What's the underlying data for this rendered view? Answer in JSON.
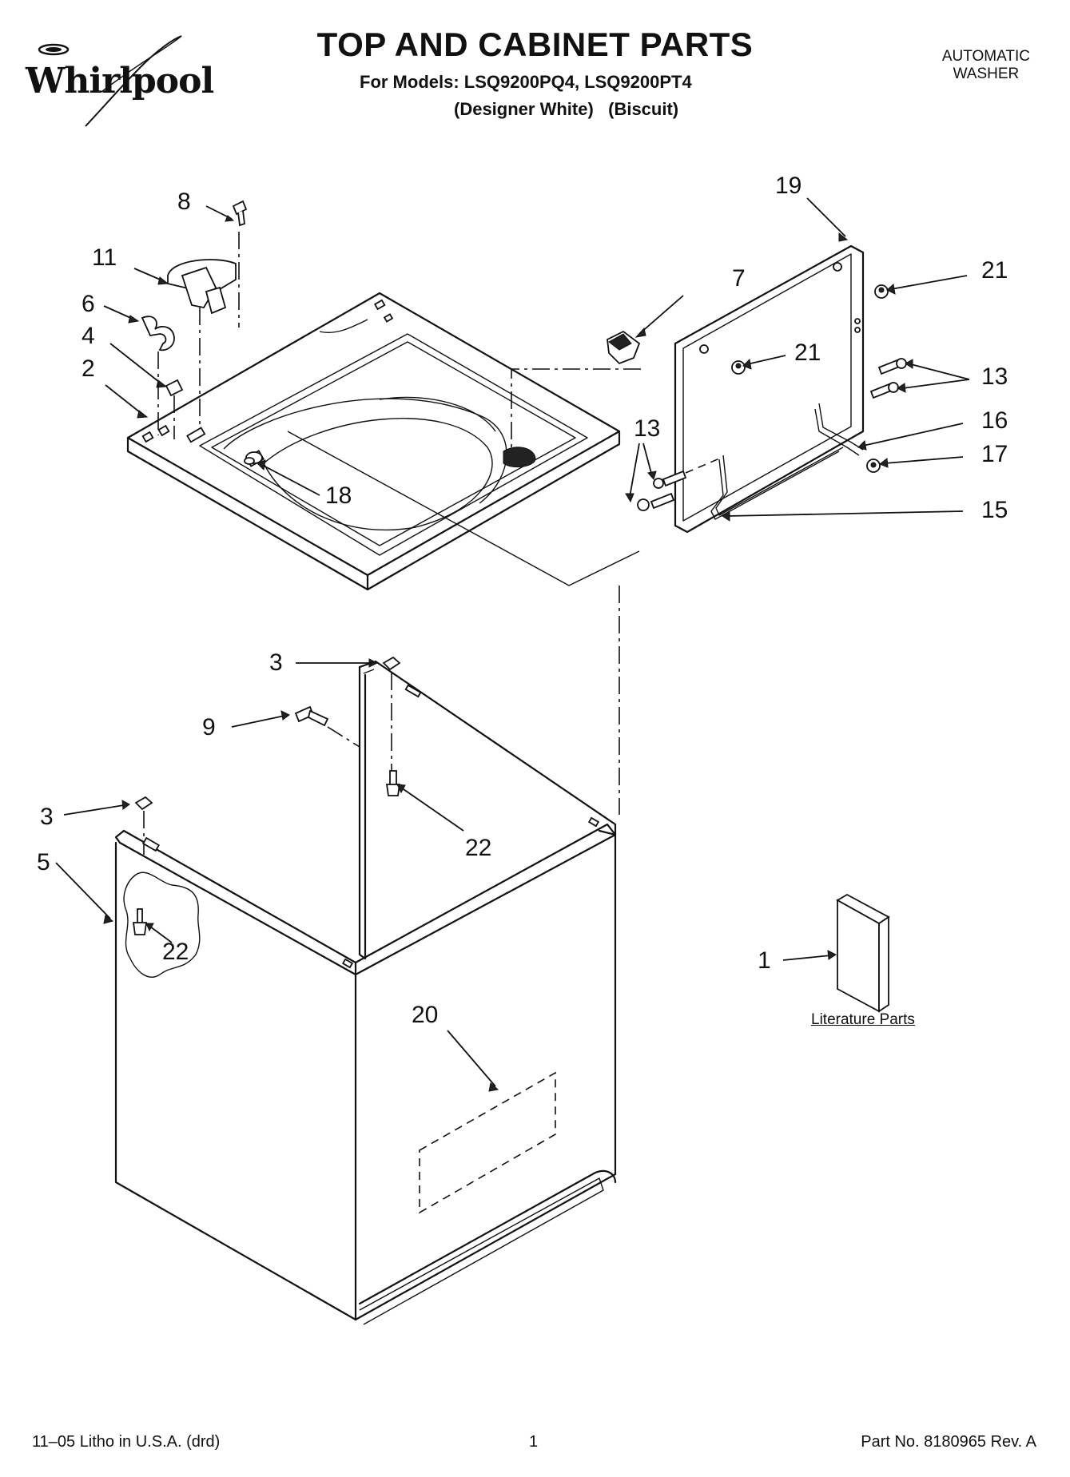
{
  "brand": {
    "name": "Whirlpool"
  },
  "header": {
    "title": "TOP AND CABINET PARTS",
    "models_line": "For Models: LSQ9200PQ4, LSQ9200PT4",
    "colors_line": "(Designer White)   (Biscuit)",
    "product_type_line1": "AUTOMATIC",
    "product_type_line2": "WASHER"
  },
  "callouts": {
    "c8": "8",
    "c11": "11",
    "c6": "6",
    "c4": "4",
    "c2": "2",
    "c18": "18",
    "c7": "7",
    "c19": "19",
    "c21a": "21",
    "c21b": "21",
    "c13a": "13",
    "c13b": "13",
    "c16": "16",
    "c17": "17",
    "c15": "15",
    "c3a": "3",
    "c3b": "3",
    "c9": "9",
    "c22a": "22",
    "c22b": "22",
    "c5": "5",
    "c20": "20",
    "c1": "1"
  },
  "literature": {
    "label": "Literature Parts"
  },
  "footer": {
    "left": "11–05 Litho in U.S.A. (drd)",
    "center": "1",
    "right": "Part No. 8180965 Rev. A"
  }
}
